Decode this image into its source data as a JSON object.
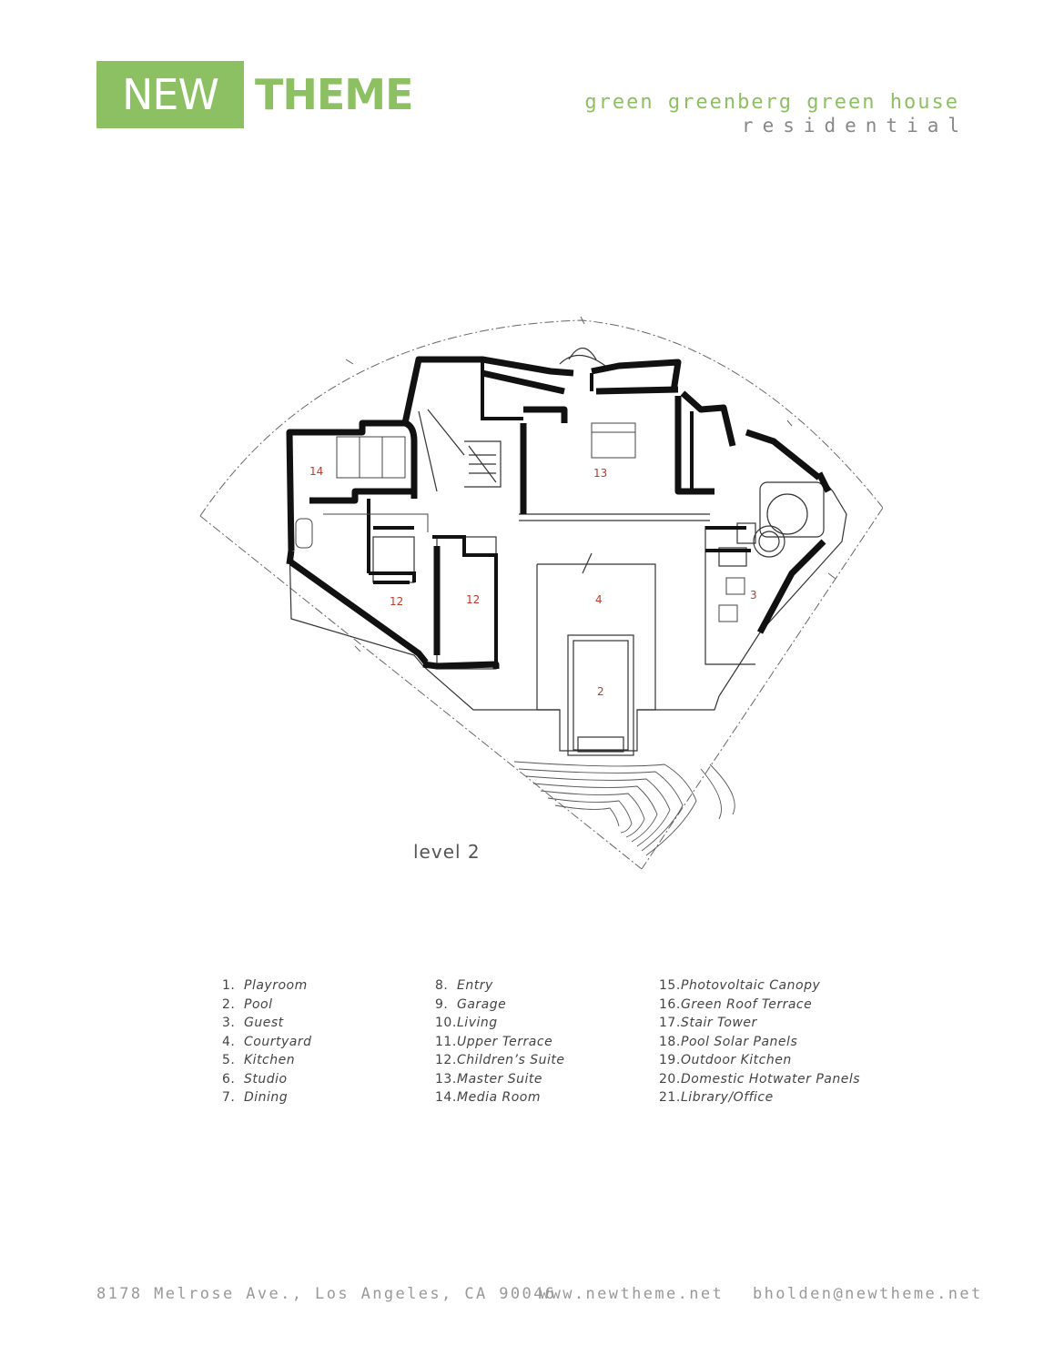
{
  "logo": {
    "new": "NEW",
    "theme": "THEME"
  },
  "project": {
    "name": "green greenberg green house",
    "type": "residential"
  },
  "plan": {
    "room_labels": {
      "r14": "14",
      "r13": "13",
      "r12a": "12",
      "r12b": "12",
      "r4": "4",
      "r3": "3",
      "r2": "2"
    }
  },
  "level_label": "level 2",
  "legend": {
    "col1": [
      {
        "num": "1.",
        "label": "Playroom"
      },
      {
        "num": "2.",
        "label": "Pool"
      },
      {
        "num": "3.",
        "label": "Guest"
      },
      {
        "num": "4.",
        "label": "Courtyard"
      },
      {
        "num": "5.",
        "label": "Kitchen"
      },
      {
        "num": "6.",
        "label": "Studio"
      },
      {
        "num": "7.",
        "label": "Dining"
      }
    ],
    "col2": [
      {
        "num": "8.",
        "label": "Entry"
      },
      {
        "num": "9.",
        "label": "Garage"
      },
      {
        "num": "10.",
        "label": "Living"
      },
      {
        "num": "11.",
        "label": "Upper Terrace"
      },
      {
        "num": "12.",
        "label": "Children’s Suite"
      },
      {
        "num": "13.",
        "label": "Master Suite"
      },
      {
        "num": "14.",
        "label": "Media Room"
      }
    ],
    "col3": [
      {
        "num": "15.",
        "label": "Photovoltaic Canopy"
      },
      {
        "num": "16.",
        "label": "Green Roof Terrace"
      },
      {
        "num": "17.",
        "label": "Stair Tower"
      },
      {
        "num": "18.",
        "label": "Pool Solar Panels"
      },
      {
        "num": "19.",
        "label": "Outdoor Kitchen"
      },
      {
        "num": "20.",
        "label": "Domestic Hotwater Panels"
      },
      {
        "num": "21.",
        "label": "Library/Office"
      }
    ]
  },
  "footer": {
    "address": "8178 Melrose Ave., Los Angeles, CA 90046",
    "website": "www.newtheme.net",
    "email": "bholden@newtheme.net"
  },
  "colors": {
    "brand_green": "#8dc063",
    "room_label_red": "#c0392b"
  }
}
